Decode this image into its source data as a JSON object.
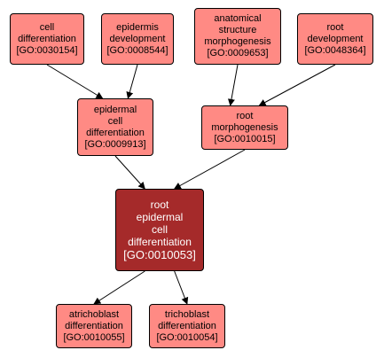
{
  "nodes": {
    "cell_differentiation": {
      "lines": [
        "cell",
        "differentiation"
      ],
      "id": "[GO:0030154]"
    },
    "epidermis_development": {
      "lines": [
        "epidermis",
        "development"
      ],
      "id": "[GO:0008544]"
    },
    "anatomical_structure_morphogenesis": {
      "lines": [
        "anatomical",
        "structure",
        "morphogenesis"
      ],
      "id": "[GO:0009653]"
    },
    "root_development": {
      "lines": [
        "root",
        "development"
      ],
      "id": "[GO:0048364]"
    },
    "epidermal_cell_differentiation": {
      "lines": [
        "epidermal",
        "cell",
        "differentiation"
      ],
      "id": "[GO:0009913]"
    },
    "root_morphogenesis": {
      "lines": [
        "root",
        "morphogenesis"
      ],
      "id": "[GO:0010015]"
    },
    "root_epidermal_cell_differentiation": {
      "lines": [
        "root",
        "epidermal",
        "cell",
        "differentiation"
      ],
      "id": "[GO:0010053]"
    },
    "atrichoblast_differentiation": {
      "lines": [
        "atrichoblast",
        "differentiation"
      ],
      "id": "[GO:0010055]"
    },
    "trichoblast_differentiation": {
      "lines": [
        "trichoblast",
        "differentiation"
      ],
      "id": "[GO:0010054]"
    }
  },
  "edges": [
    {
      "from": "cell_differentiation",
      "to": "epidermal_cell_differentiation"
    },
    {
      "from": "epidermis_development",
      "to": "epidermal_cell_differentiation"
    },
    {
      "from": "anatomical_structure_morphogenesis",
      "to": "root_morphogenesis"
    },
    {
      "from": "root_development",
      "to": "root_morphogenesis"
    },
    {
      "from": "epidermal_cell_differentiation",
      "to": "root_epidermal_cell_differentiation"
    },
    {
      "from": "root_morphogenesis",
      "to": "root_epidermal_cell_differentiation"
    },
    {
      "from": "root_epidermal_cell_differentiation",
      "to": "atrichoblast_differentiation"
    },
    {
      "from": "root_epidermal_cell_differentiation",
      "to": "trichoblast_differentiation"
    }
  ],
  "colors": {
    "node_fill": "#ff8a84",
    "focus_fill": "#a52a2a",
    "focus_text": "#ffffff",
    "edge": "#000000"
  }
}
